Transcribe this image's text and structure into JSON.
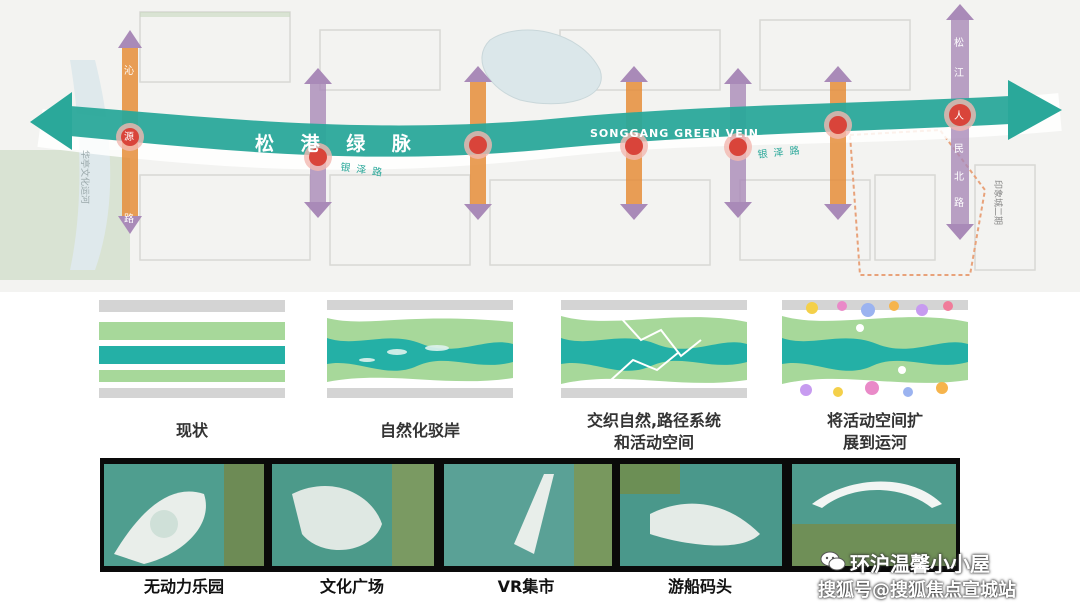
{
  "map": {
    "title_cn": "松 港 绿 脉",
    "title_en": "SONGGANG GREEN VEIN",
    "road_label_1": "银泽路",
    "road_label_2": "银泽路",
    "node_labels": [
      "沁",
      "源",
      "路"
    ],
    "node_labels_right": [
      "松",
      "江",
      "人",
      "民",
      "北",
      "路"
    ],
    "side_text_left": "华亭文化运河",
    "block_label": "印象城二期",
    "colors": {
      "green_vein": "#2aa89a",
      "node_red": "#d9443a",
      "arrow_purple": "#a98ab8",
      "arrow_orange": "#e08a3a"
    }
  },
  "stages": [
    {
      "label": "现状"
    },
    {
      "label": "自然化驳岸"
    },
    {
      "label": "交织自然,路径系统\n和活动空间"
    },
    {
      "label": "将活动空间扩\n展到运河"
    }
  ],
  "photos": [
    {
      "label": "无动力乐园"
    },
    {
      "label": "文化广场"
    },
    {
      "label": "VR集市"
    },
    {
      "label": "游船码头"
    },
    {
      "label": ""
    }
  ],
  "watermark": {
    "line1": "环沪温馨小小屋",
    "line2": "搜狐号@搜狐焦点宣城站",
    "icon": "wechat-icon"
  }
}
